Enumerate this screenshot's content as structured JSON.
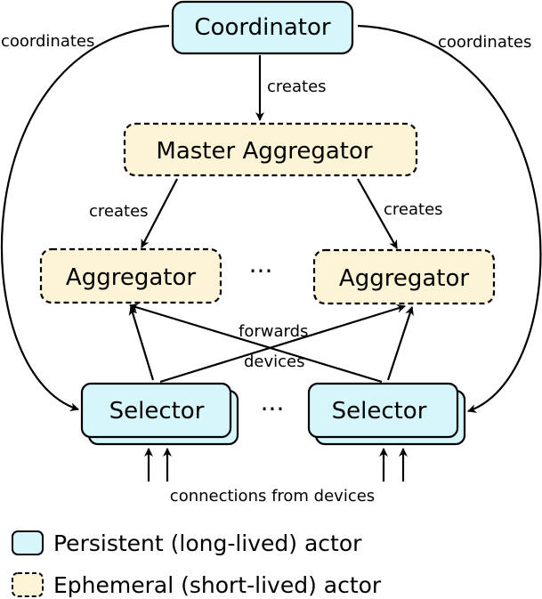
{
  "colors": {
    "persistent_fill": "#d5f6fb",
    "ephemeral_fill": "#fdf4d5",
    "stroke": "#000000"
  },
  "nodes": {
    "coordinator": "Coordinator",
    "master_aggregator": "Master Aggregator",
    "aggregator_left": "Aggregator",
    "aggregator_right": "Aggregator",
    "selector_left": "Selector",
    "selector_right": "Selector"
  },
  "edge_labels": {
    "coordinates_left": "coordinates",
    "coordinates_right": "coordinates",
    "creates_master": "creates",
    "creates_left": "creates",
    "creates_right": "creates",
    "forwards": "forwards",
    "devices": "devices",
    "connections": "connections from devices"
  },
  "ellipsis": {
    "aggregators": "···",
    "selectors": "···"
  },
  "legend": {
    "persistent": "Persistent (long-lived) actor",
    "ephemeral": "Ephemeral (short-lived) actor"
  }
}
